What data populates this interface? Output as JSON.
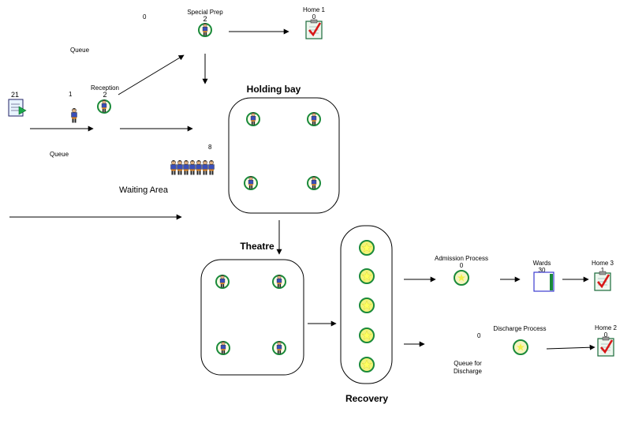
{
  "counters": {
    "arrivals": "21",
    "top_queue": "0",
    "reception_queue": "1",
    "waiting_area": "8",
    "special_prep": "2",
    "reception": "2",
    "home1": "0",
    "admission_process": "0",
    "wards": "30",
    "home3": "1",
    "discharge_queue": "0",
    "home2": "0"
  },
  "labels": {
    "special_prep": "Special Prep",
    "home1": "Home 1",
    "queue_top": "Queue",
    "reception": "Reception",
    "queue_bottom": "Queue",
    "waiting_area": "Waiting Area",
    "holding_bay": "Holding bay",
    "theatre": "Theatre",
    "recovery": "Recovery",
    "admission_process": "Admission Process",
    "wards": "Wards",
    "home3": "Home 3",
    "discharge_process": "Discharge Process",
    "queue_for_discharge_1": "Queue for",
    "queue_for_discharge_2": "Discharge",
    "home2": "Home 2"
  },
  "icons": {
    "arrival": "arrival-clipboard-icon",
    "exit": "checked-clipboard-icon",
    "patient": "patient-figure-icon",
    "activity": "activity-circle-icon",
    "bed": "recovery-bed-icon"
  },
  "colors": {
    "activity_ring": "#1a8a3a",
    "bed_fill": "#f3f37a",
    "check_red": "#d81818",
    "ward_blue": "#3b3bd0",
    "ward_green": "#1a8a3a"
  }
}
